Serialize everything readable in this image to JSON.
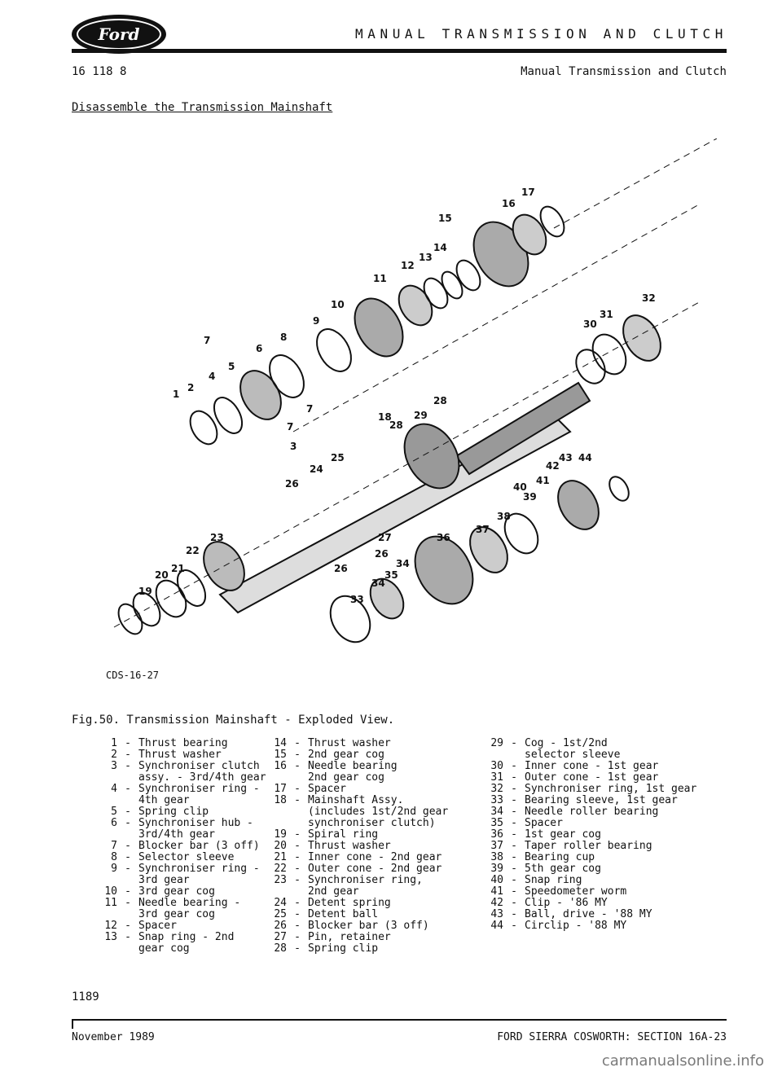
{
  "header": {
    "logo_text": "Ford",
    "title": "MANUAL TRANSMISSION AND CLUTCH",
    "page_code": "16 118 8",
    "section": "Manual Transmission and Clutch"
  },
  "heading": "Disassemble the Transmission Mainshaft",
  "figure": {
    "code": "CDS-16-27",
    "caption": "Fig.50. Transmission Mainshaft - Exploded View.",
    "callouts": [
      "17",
      "16",
      "15",
      "14",
      "13",
      "12",
      "11",
      "10",
      "9",
      "8",
      "7",
      "6",
      "5",
      "4",
      "2",
      "1",
      "7",
      "7",
      "3",
      "18",
      "28",
      "29",
      "28",
      "25",
      "24",
      "26",
      "23",
      "22",
      "21",
      "20",
      "19",
      "27",
      "26",
      "26",
      "36",
      "34",
      "35",
      "34",
      "33",
      "38",
      "37",
      "39",
      "40",
      "41",
      "42",
      "43",
      "44",
      "32",
      "31",
      "30"
    ]
  },
  "legend": {
    "col1": [
      {
        "n": "1",
        "text": "Thrust bearing"
      },
      {
        "n": "2",
        "text": "Thrust washer"
      },
      {
        "n": "3",
        "text": "Synchroniser clutch\nassy. - 3rd/4th gear"
      },
      {
        "n": "4",
        "text": "Synchroniser ring -\n4th gear"
      },
      {
        "n": "5",
        "text": "Spring clip"
      },
      {
        "n": "6",
        "text": "Synchroniser hub -\n3rd/4th gear"
      },
      {
        "n": "7",
        "text": "Blocker bar (3 off)"
      },
      {
        "n": "8",
        "text": "Selector sleeve"
      },
      {
        "n": "9",
        "text": "Synchroniser ring -\n3rd gear"
      },
      {
        "n": "10",
        "text": "3rd gear cog"
      },
      {
        "n": "11",
        "text": "Needle bearing -\n3rd gear cog"
      },
      {
        "n": "12",
        "text": "Spacer"
      },
      {
        "n": "13",
        "text": "Snap ring - 2nd\ngear cog"
      }
    ],
    "col2": [
      {
        "n": "14",
        "text": "Thrust washer"
      },
      {
        "n": "15",
        "text": "2nd gear cog"
      },
      {
        "n": "16",
        "text": "Needle bearing\n2nd gear cog"
      },
      {
        "n": "17",
        "text": "Spacer"
      },
      {
        "n": "18",
        "text": "Mainshaft Assy.\n(includes 1st/2nd gear\nsynchroniser clutch)"
      },
      {
        "n": "19",
        "text": "Spiral ring"
      },
      {
        "n": "20",
        "text": "Thrust washer"
      },
      {
        "n": "21",
        "text": "Inner cone - 2nd gear"
      },
      {
        "n": "22",
        "text": "Outer cone - 2nd gear"
      },
      {
        "n": "23",
        "text": "Synchroniser ring,\n2nd gear"
      },
      {
        "n": "24",
        "text": "Detent spring"
      },
      {
        "n": "25",
        "text": "Detent ball"
      },
      {
        "n": "26",
        "text": "Blocker bar (3 off)"
      },
      {
        "n": "27",
        "text": "Pin, retainer"
      },
      {
        "n": "28",
        "text": "Spring clip"
      }
    ],
    "col3": [
      {
        "n": "29",
        "text": "Cog - 1st/2nd\nselector sleeve"
      },
      {
        "n": "30",
        "text": "Inner cone - 1st gear"
      },
      {
        "n": "31",
        "text": "Outer cone - 1st gear"
      },
      {
        "n": "32",
        "text": "Synchroniser ring, 1st gear"
      },
      {
        "n": "33",
        "text": "Bearing sleeve, 1st gear"
      },
      {
        "n": "34",
        "text": "Needle roller bearing"
      },
      {
        "n": "35",
        "text": "Spacer"
      },
      {
        "n": "36",
        "text": "1st gear cog"
      },
      {
        "n": "37",
        "text": "Taper roller bearing"
      },
      {
        "n": "38",
        "text": "Bearing cup"
      },
      {
        "n": "39",
        "text": "5th gear cog"
      },
      {
        "n": "40",
        "text": "Snap ring"
      },
      {
        "n": "41",
        "text": "Speedometer worm"
      },
      {
        "n": "42",
        "text": "Clip - '86 MY"
      },
      {
        "n": "43",
        "text": "Ball, drive - '88 MY"
      },
      {
        "n": "44",
        "text": "Circlip - '88 MY"
      }
    ]
  },
  "footer": {
    "page_number": "1189",
    "date": "November 1989",
    "right": "FORD SIERRA COSWORTH: SECTION 16A-23"
  },
  "watermark": "carmanualsonline.info"
}
